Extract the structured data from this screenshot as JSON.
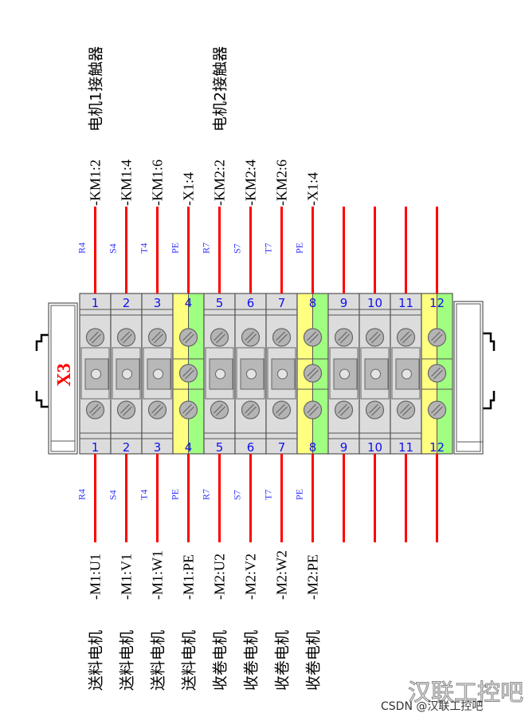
{
  "block_name": "X3",
  "colors": {
    "wire": "#ff0000",
    "terminal": "#dcdcdc",
    "pe_yellow": "#ffff80",
    "pe_green": "#a0ff80",
    "number": "#1010ee",
    "wire_label": "#3333ff",
    "block_name": "#ff0000"
  },
  "group_labels": [
    {
      "text": "电机1接触器",
      "terminal": 1
    },
    {
      "text": "电机2接触器",
      "terminal": 5
    }
  ],
  "terminals": [
    {
      "number": "1",
      "pe": false,
      "top_wire": "R4",
      "top_target": "-KM1:2",
      "bottom_wire": "R4",
      "bottom_target": "-M1:U1",
      "bottom_desc": "送料电机"
    },
    {
      "number": "2",
      "pe": false,
      "top_wire": "S4",
      "top_target": "-KM1:4",
      "bottom_wire": "S4",
      "bottom_target": "-M1:V1",
      "bottom_desc": "送料电机"
    },
    {
      "number": "3",
      "pe": false,
      "top_wire": "T4",
      "top_target": "-KM1:6",
      "bottom_wire": "T4",
      "bottom_target": "-M1:W1",
      "bottom_desc": "送料电机"
    },
    {
      "number": "4",
      "pe": true,
      "top_wire": "PE",
      "top_target": "-X1:4",
      "bottom_wire": "PE",
      "bottom_target": "-M1:PE",
      "bottom_desc": "送料电机"
    },
    {
      "number": "5",
      "pe": false,
      "top_wire": "R7",
      "top_target": "-KM2:2",
      "bottom_wire": "R7",
      "bottom_target": "-M2:U2",
      "bottom_desc": "收卷电机"
    },
    {
      "number": "6",
      "pe": false,
      "top_wire": "S7",
      "top_target": "-KM2:4",
      "bottom_wire": "S7",
      "bottom_target": "-M2:V2",
      "bottom_desc": "收卷电机"
    },
    {
      "number": "7",
      "pe": false,
      "top_wire": "T7",
      "top_target": "-KM2:6",
      "bottom_wire": "T7",
      "bottom_target": "-M2:W2",
      "bottom_desc": "收卷电机"
    },
    {
      "number": "8",
      "pe": true,
      "top_wire": "PE",
      "top_target": "-X1:4",
      "bottom_wire": "PE",
      "bottom_target": "-M2:PE",
      "bottom_desc": "收卷电机"
    },
    {
      "number": "9",
      "pe": false
    },
    {
      "number": "10",
      "pe": false
    },
    {
      "number": "11",
      "pe": false
    },
    {
      "number": "12",
      "pe": true
    }
  ],
  "watermark": {
    "logo": "汉联工控吧",
    "caption": "CSDN @汉联工控吧"
  }
}
